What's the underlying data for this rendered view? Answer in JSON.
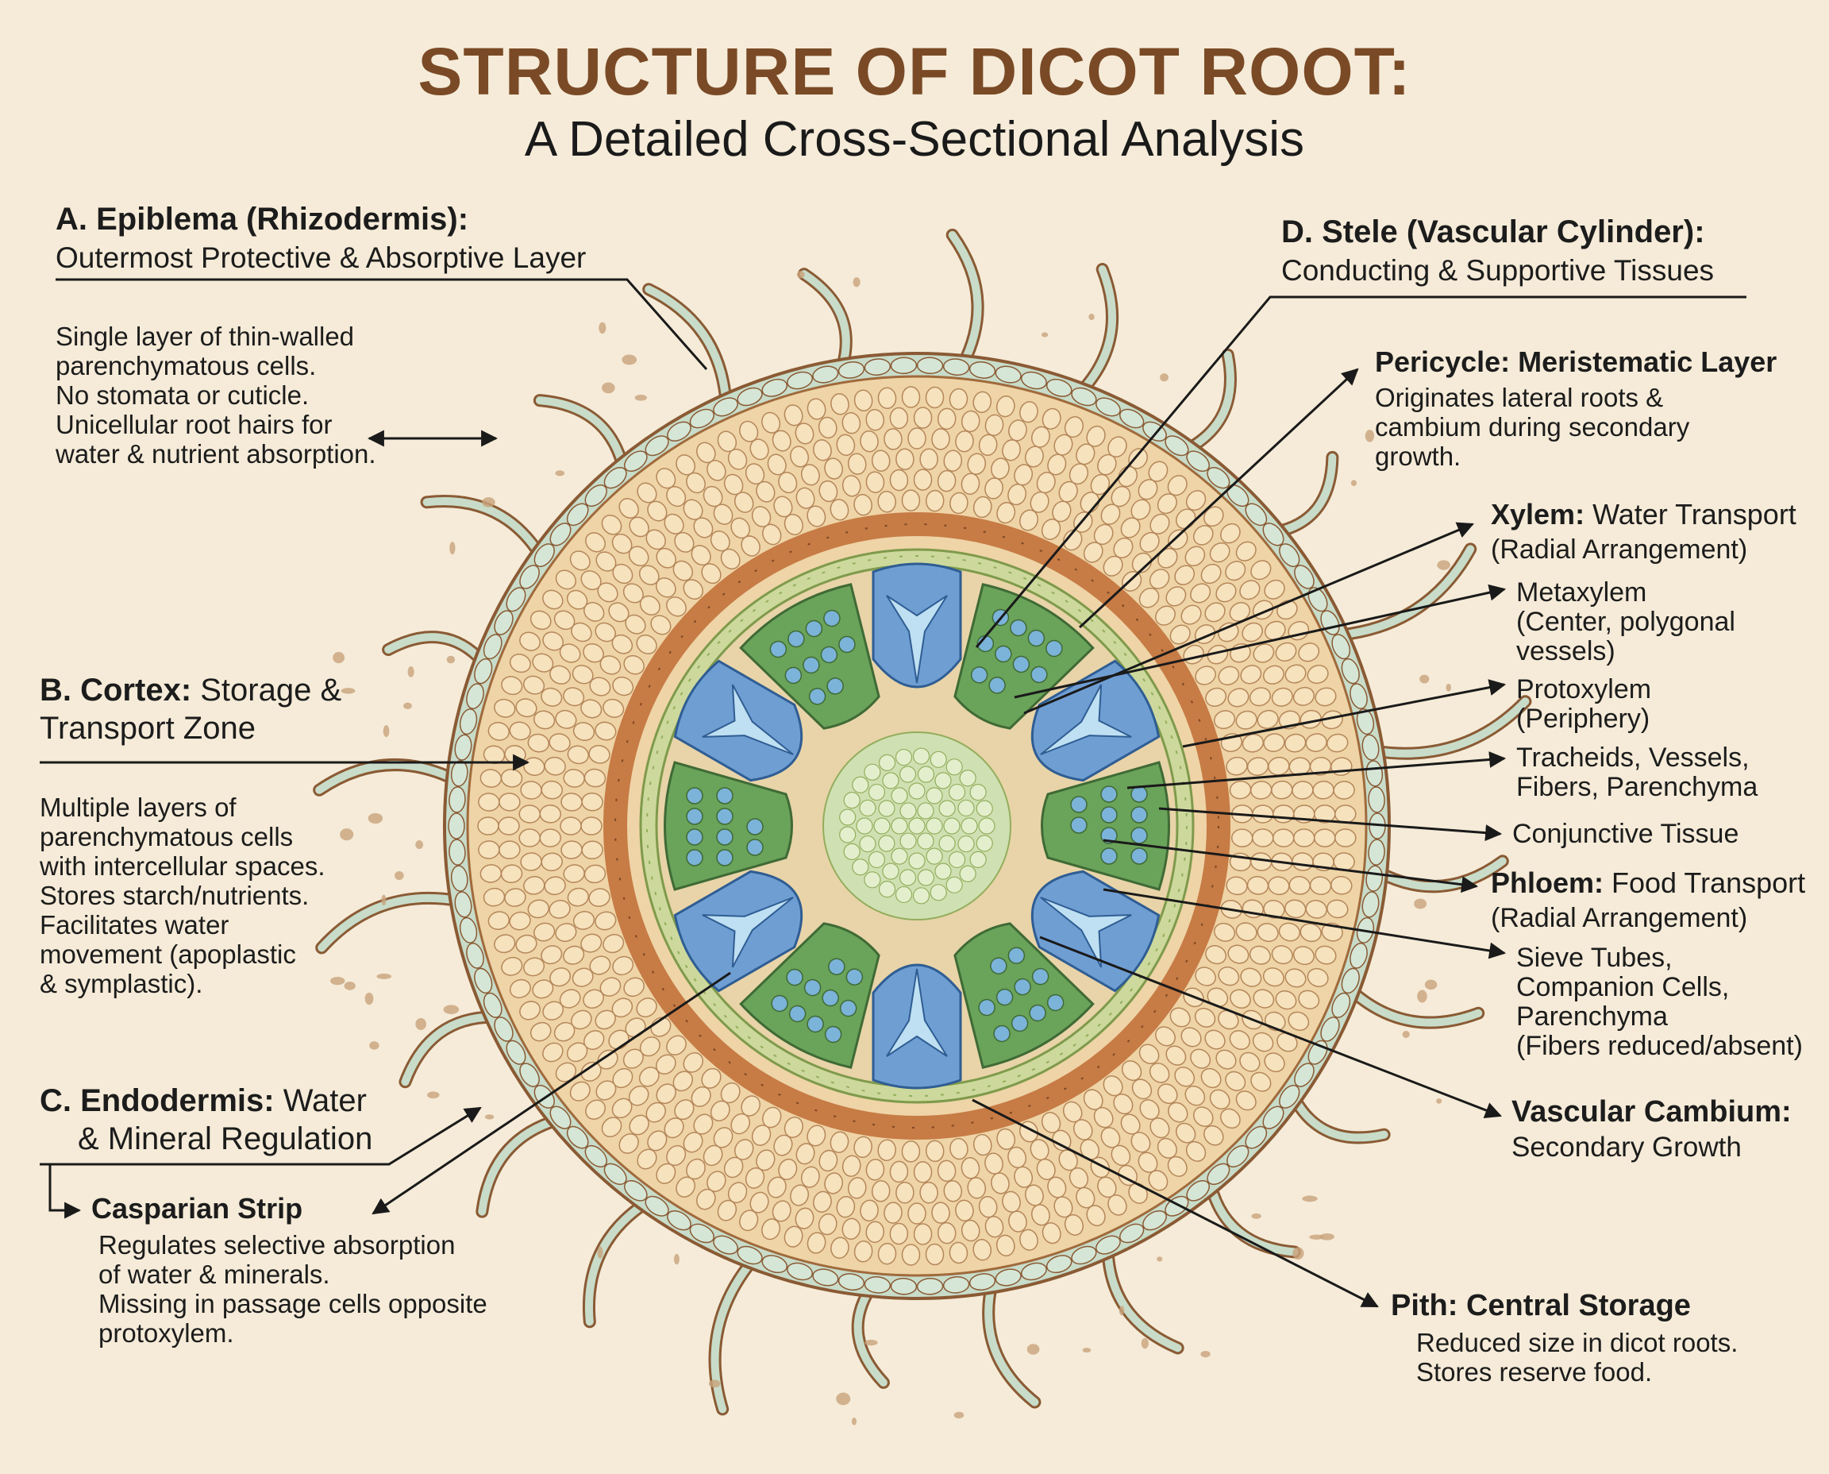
{
  "title": "STRUCTURE OF DICOT ROOT:",
  "subtitle": "A Detailed Cross-Sectional Analysis",
  "colors": {
    "title": "#7a4a26",
    "background": "#f5ebd8",
    "cortex": "#f1d8ac",
    "endodermis": "#c77b45",
    "pericycle": "#b7cc82",
    "xylem": "#6f9ed3",
    "phloem": "#6aa35a",
    "pith": "#cfe0b2"
  },
  "labels": {
    "epiblema": {
      "head": "A. Epiblema (Rhizodermis):",
      "sub": "Outermost Protective & Absorptive Layer",
      "body": "Single layer of thin-walled\nparenchymatous cells.\nNo stomata or cuticle.\nUnicellular root hairs for\nwater & nutrient absorption."
    },
    "cortex": {
      "head_bold": "B. Cortex:",
      "head_rest": " Storage &",
      "sub": "Transport Zone",
      "body": "Multiple layers of\nparenchymatous cells\nwith intercellular spaces.\nStores starch/nutrients.\nFacilitates water\nmovement (apoplastic\n& symplastic)."
    },
    "endodermis": {
      "head_bold": "C. Endodermis:",
      "head_rest": " Water",
      "sub": "& Mineral Regulation"
    },
    "casparian": {
      "head": "Casparian Strip",
      "body": "Regulates selective absorption\nof water & minerals.\nMissing in passage cells opposite\nprotoxylem."
    },
    "stele": {
      "head": "D. Stele (Vascular Cylinder):",
      "sub": "Conducting & Supportive Tissues"
    },
    "pericycle": {
      "head": "Pericycle: Meristematic Layer",
      "body": "Originates lateral roots &\ncambium during secondary\ngrowth."
    },
    "xylem": {
      "head_bold": "Xylem:",
      "head_rest": " Water Transport",
      "sub": "(Radial Arrangement)"
    },
    "metaxylem": {
      "body": "Metaxylem\n(Center, polygonal\nvessels)"
    },
    "protoxylem": {
      "body": "Protoxylem\n(Periphery)"
    },
    "tracheids": {
      "body": "Tracheids, Vessels,\nFibers, Parenchyma"
    },
    "conjunctive": {
      "body": "Conjunctive Tissue"
    },
    "phloem": {
      "head_bold": "Phloem:",
      "head_rest": " Food Transport",
      "sub": "(Radial Arrangement)"
    },
    "sieve": {
      "body": "Sieve Tubes,\nCompanion Cells,\nParenchyma\n(Fibers reduced/absent)"
    },
    "cambium": {
      "head": "Vascular Cambium:",
      "sub": "Secondary Growth"
    },
    "pith": {
      "head": "Pith: Central Storage",
      "body": "Reduced size in dicot roots.\nStores reserve food."
    }
  }
}
